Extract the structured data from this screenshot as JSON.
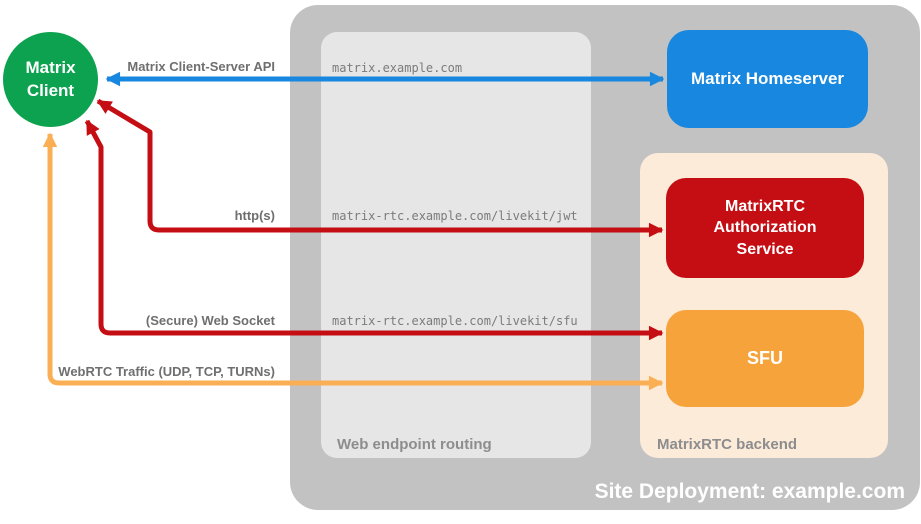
{
  "client": {
    "label": "Matrix Client"
  },
  "site": {
    "caption": "Site Deployment: example.com"
  },
  "routing": {
    "caption": "Web endpoint routing",
    "endpoints": [
      "matrix.example.com",
      "matrix-rtc.example.com/livekit/jwt",
      "matrix-rtc.example.com/livekit/sfu"
    ]
  },
  "backend": {
    "caption": "MatrixRTC backend"
  },
  "nodes": {
    "homeserver": {
      "label": "Matrix Homeserver",
      "color": "#1787df"
    },
    "auth": {
      "label": "MatrixRTC Authorization Service",
      "color": "#c40e13"
    },
    "sfu": {
      "label": "SFU",
      "color": "#f7a33c"
    }
  },
  "arrows": {
    "client_server_api": {
      "label": "Matrix Client-Server API",
      "color": "#1787df",
      "style": "double-headed"
    },
    "https": {
      "label": "http(s)",
      "color": "#c40e13",
      "style": "double-headed"
    },
    "websocket": {
      "label": "(Secure) Web Socket",
      "color": "#c40e13",
      "style": "double-headed"
    },
    "webrtc": {
      "label": "WebRTC Traffic (UDP, TCP, TURNs)",
      "color": "#fbaf55",
      "style": "double-headed"
    }
  },
  "colors": {
    "client_green": "#0ca24f",
    "site_container_gray": "#c2c2c2",
    "routing_gray": "#e6e6e6",
    "backend_peach": "#fcebd9"
  }
}
